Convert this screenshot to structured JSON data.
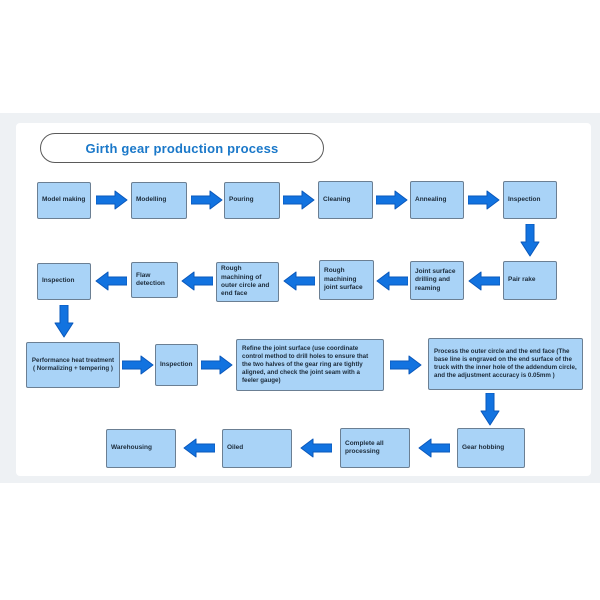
{
  "title": "Girth gear production process",
  "colors": {
    "canvas_bg": "#eef1f4",
    "card_bg": "#ffffff",
    "title_color": "#1a78c9",
    "node_fill": "#a9d3f7",
    "node_border": "#6b7f93",
    "arrow_fill": "#1273e0",
    "arrow_border": "#0a58bb"
  },
  "nodes": [
    {
      "label": "Model making"
    },
    {
      "label": "Modelling"
    },
    {
      "label": "Pouring"
    },
    {
      "label": "Cleaning"
    },
    {
      "label": "Annealing"
    },
    {
      "label": "Inspection"
    },
    {
      "label": "Pair rake"
    },
    {
      "label": "Joint surface drilling and reaming"
    },
    {
      "label": "Rough machining joint surface"
    },
    {
      "label": "Rough machining of outer circle and end face"
    },
    {
      "label": "Flaw detection"
    },
    {
      "label": "Inspection"
    },
    {
      "label": "Performance heat treatment\n( Normalizing + tempering )"
    },
    {
      "label": "Inspection"
    },
    {
      "label": "Refine the joint surface (use coordinate control method to drill holes to ensure that the two halves of the gear ring are tightly aligned, and check the joint seam with a feeler gauge)"
    },
    {
      "label": "Process the outer circle and the end face (The base line is engraved on the end surface of the truck with the inner hole of the addendum circle, and the adjustment accuracy is 0.05mm )"
    },
    {
      "label": "Gear hobbing"
    },
    {
      "label": "Complete all processing"
    },
    {
      "label": "Oiled"
    },
    {
      "label": "Warehousing"
    }
  ]
}
